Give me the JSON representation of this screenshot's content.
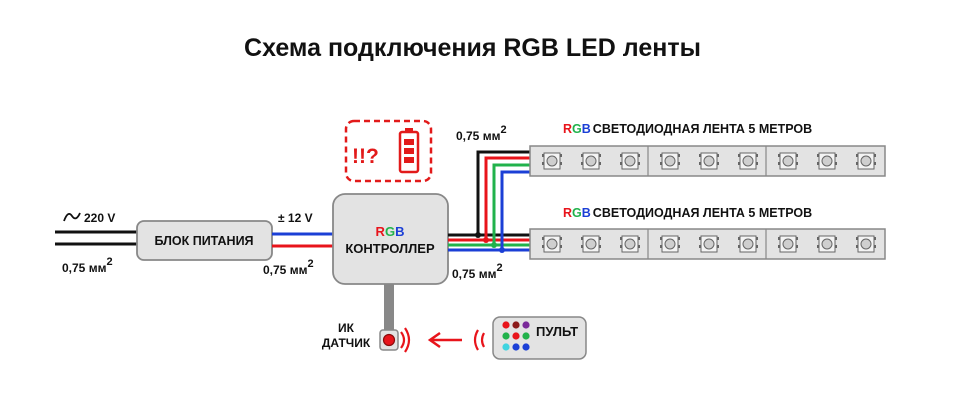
{
  "title": "Схема подключения RGB LED ленты",
  "mains": {
    "voltage": "220 V",
    "wire": "0,75 мм",
    "sup": "2"
  },
  "power_supply": {
    "label": "БЛОК ПИТАНИЯ"
  },
  "dc": {
    "voltage": "± 12 V",
    "wire": "0,75 мм",
    "sup": "2"
  },
  "controller": {
    "r": "R",
    "g": "G",
    "b": "B",
    "label": "КОНТРОЛЛЕР"
  },
  "warning": {
    "text": "!!?"
  },
  "wire_top": {
    "text": "0,75 мм",
    "sup": "2"
  },
  "wire_bottom": {
    "text": "0,75 мм",
    "sup": "2"
  },
  "strip1": {
    "r": "R",
    "g": "G",
    "b": "B",
    "label": "СВЕТОДИОДНАЯ ЛЕНТА 5 МЕТРОВ"
  },
  "strip2": {
    "r": "R",
    "g": "G",
    "b": "B",
    "label": "СВЕТОДИОДНАЯ ЛЕНТА 5 МЕТРОВ"
  },
  "ir_sensor": {
    "line1": "ИК",
    "line2": "ДАТЧИК"
  },
  "remote": {
    "label": "ПУЛЬТ"
  },
  "colors": {
    "red": "#e8141b",
    "green": "#21b24b",
    "blue": "#1b3fd6",
    "warn": "#e21a1a",
    "box": "#e3e3e3",
    "border": "#888888"
  },
  "icons": [
    "ac-wave-icon",
    "battery-warning-icon",
    "ir-signal-icon",
    "arrow-left-icon"
  ]
}
